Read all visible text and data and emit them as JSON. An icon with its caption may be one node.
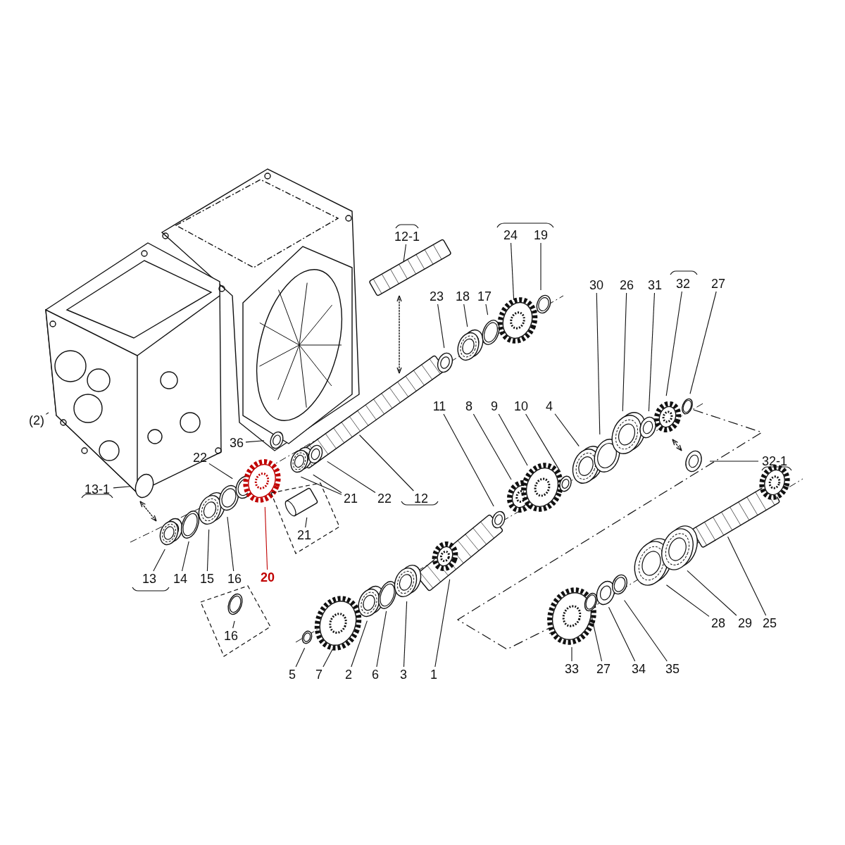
{
  "diagram": {
    "nodes": [
      {
        "text": [
          "12-1"
        ]
      },
      {
        "text": [
          "24"
        ]
      },
      {
        "text": [
          "19"
        ]
      },
      {
        "text": [
          "32"
        ]
      },
      {
        "text": [
          "30"
        ]
      },
      {
        "text": [
          "26"
        ]
      },
      {
        "text": [
          "31"
        ]
      },
      {
        "text": [
          "27"
        ]
      },
      {
        "text": [
          "23"
        ]
      },
      {
        "text": [
          "18"
        ]
      },
      {
        "text": [
          "17"
        ]
      },
      {
        "text": [
          "11"
        ]
      },
      {
        "text": [
          "8"
        ]
      },
      {
        "text": [
          "9"
        ]
      },
      {
        "text": [
          "10"
        ]
      },
      {
        "text": [
          "4"
        ]
      },
      {
        "text": [
          "(2)"
        ]
      },
      {
        "text": [
          "36"
        ]
      },
      {
        "text": [
          "32-1"
        ]
      },
      {
        "text": [
          "22"
        ]
      },
      {
        "text": [
          "13-1"
        ]
      },
      {
        "text": [
          "21"
        ]
      },
      {
        "text": [
          "22"
        ]
      },
      {
        "text": [
          "12"
        ]
      },
      {
        "text": [
          "21"
        ]
      },
      {
        "text": [
          "13"
        ]
      },
      {
        "text": [
          "14"
        ]
      },
      {
        "text": [
          "15"
        ]
      },
      {
        "text": [
          "16"
        ]
      },
      {
        "text": [
          "20"
        ]
      },
      {
        "text": [
          "16"
        ]
      },
      {
        "text": [
          "28"
        ]
      },
      {
        "text": [
          "29"
        ]
      },
      {
        "text": [
          "25"
        ]
      },
      {
        "text": [
          "33"
        ]
      },
      {
        "text": [
          "27"
        ]
      },
      {
        "text": [
          "34"
        ]
      },
      {
        "text": [
          "35"
        ]
      },
      {
        "text": [
          "5"
        ]
      },
      {
        "text": [
          "7"
        ]
      },
      {
        "text": [
          "2"
        ]
      },
      {
        "text": [
          "6"
        ]
      },
      {
        "text": [
          "3"
        ]
      },
      {
        "text": [
          "1"
        ]
      }
    ],
    "edges": [
      {
        "from": 0,
        "to": null,
        "arrow": "none"
      },
      {
        "from": 1,
        "to": null,
        "arrow": "none"
      },
      {
        "from": 2,
        "to": null,
        "arrow": "none"
      },
      {
        "from": 3,
        "to": null,
        "arrow": "none"
      },
      {
        "from": 4,
        "to": null,
        "arrow": "none"
      },
      {
        "from": 5,
        "to": null,
        "arrow": "none"
      },
      {
        "from": 6,
        "to": null,
        "arrow": "none"
      },
      {
        "from": 7,
        "to": null,
        "arrow": "none"
      },
      {
        "from": 8,
        "to": null,
        "arrow": "none"
      },
      {
        "from": 9,
        "to": null,
        "arrow": "none"
      },
      {
        "from": 10,
        "to": null,
        "arrow": "none"
      },
      {
        "from": 11,
        "to": null,
        "arrow": "none"
      },
      {
        "from": 12,
        "to": null,
        "arrow": "none"
      },
      {
        "from": 13,
        "to": null,
        "arrow": "none"
      },
      {
        "from": 14,
        "to": null,
        "arrow": "none"
      },
      {
        "from": 15,
        "to": null,
        "arrow": "none"
      },
      {
        "from": 16,
        "to": null,
        "arrow": "none"
      },
      {
        "from": 17,
        "to": null,
        "arrow": "none"
      },
      {
        "from": 18,
        "to": null,
        "arrow": "none"
      },
      {
        "from": 19,
        "to": null,
        "arrow": "none"
      },
      {
        "from": 20,
        "to": null,
        "arrow": "none"
      },
      {
        "from": 21,
        "to": null,
        "arrow": "none"
      },
      {
        "from": 21,
        "to": null,
        "arrow": "none"
      },
      {
        "from": 22,
        "to": null,
        "arrow": "none"
      },
      {
        "from": 23,
        "to": null,
        "arrow": "none"
      },
      {
        "from": 24,
        "to": null,
        "arrow": "none"
      },
      {
        "from": 25,
        "to": null,
        "arrow": "none"
      },
      {
        "from": 26,
        "to": null,
        "arrow": "none"
      },
      {
        "from": 27,
        "to": null,
        "arrow": "none"
      },
      {
        "from": 28,
        "to": null,
        "arrow": "none"
      },
      {
        "from": 29,
        "to": null,
        "arrow": "none",
        "color": "#c00000"
      },
      {
        "from": 30,
        "to": null,
        "arrow": "none"
      },
      {
        "from": 31,
        "to": null,
        "arrow": "none"
      },
      {
        "from": 32,
        "to": null,
        "arrow": "none"
      },
      {
        "from": 33,
        "to": null,
        "arrow": "none"
      },
      {
        "from": 34,
        "to": null,
        "arrow": "none"
      },
      {
        "from": 35,
        "to": null,
        "arrow": "none"
      },
      {
        "from": 36,
        "to": null,
        "arrow": "none"
      },
      {
        "from": 37,
        "to": null,
        "arrow": "none"
      },
      {
        "from": 38,
        "to": null,
        "arrow": "none"
      },
      {
        "from": 39,
        "to": null,
        "arrow": "none"
      },
      {
        "from": 40,
        "to": null,
        "arrow": "none"
      },
      {
        "from": 41,
        "to": null,
        "arrow": "none"
      },
      {
        "from": 42,
        "to": null,
        "arrow": "none"
      },
      {
        "from": 43,
        "to": null,
        "arrow": "none"
      }
    ]
  }
}
